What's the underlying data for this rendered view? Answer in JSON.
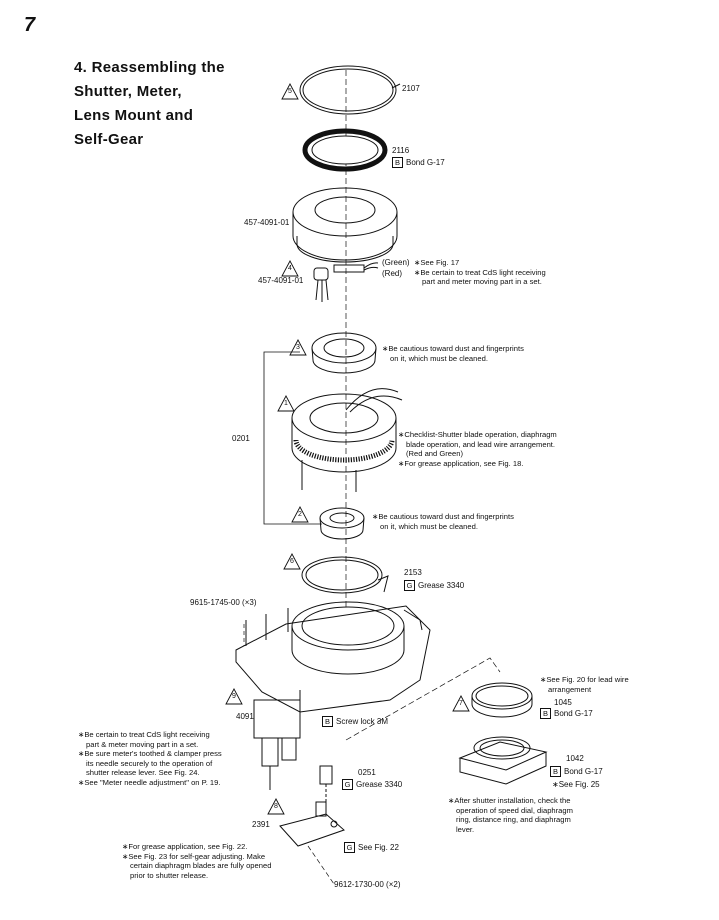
{
  "page_number": "7",
  "title_lines": [
    "4. Reassembling the",
    "Shutter, Meter,",
    "Lens Mount and",
    "Self-Gear"
  ],
  "steps": [
    "5",
    "4",
    "3",
    "1",
    "2",
    "6",
    "9",
    "7",
    "8"
  ],
  "parts": {
    "p2107": "2107",
    "p2116": "2116",
    "bond_g17": "Bond G-17",
    "b": "B",
    "g": "G",
    "p457a": "457-4091-01",
    "p457b": "457-4091-01",
    "green": "(Green)",
    "red": "(Red)",
    "p0201": "0201",
    "p2153": "2153",
    "grease3340": "Grease 3340",
    "screw_9615": "9615-1745-00 (×3)",
    "p1045": "1045",
    "p1042": "1042",
    "see_fig25": "∗See Fig. 25",
    "p4091": "4091",
    "screw_lock": "Screw lock 3M",
    "p0251": "0251",
    "p2391": "2391",
    "see_fig22": "See Fig. 22",
    "screw_9612": "9612-1730-00 (×2)"
  },
  "notes": {
    "meter": [
      "∗See Fig. 17",
      "∗Be certain to treat CdS light receiving",
      "part and meter moving part in a set."
    ],
    "dust1": [
      "∗Be cautious toward dust and fingerprints",
      "on it, which must be cleaned."
    ],
    "checklist": [
      "∗Checklist-Shutter blade operation, diaphragm",
      "blade operation, and lead wire arrangement.",
      "(Red and Green)",
      "∗For grease application, see Fig. 18."
    ],
    "dust2": [
      "∗Be cautious toward dust and fingerprints",
      "on it, which must be cleaned."
    ],
    "leadwire": [
      "∗See Fig. 20 for lead wire",
      "arrangement"
    ],
    "cds": [
      "∗Be certain to treat CdS light receiving",
      "part & meter moving part in a set.",
      "∗Be sure meter's toothed & clamper press",
      "its needle securely to the operation of",
      "shutter release lever.  See Fig. 24.",
      "∗See \"Meter needle adjustment\" on P. 19."
    ],
    "after": [
      "∗After shutter installation, check the",
      "operation of speed dial, diaphragm",
      "ring, distance ring, and diaphragm",
      "lever."
    ],
    "bottom": [
      "∗For grease application, see Fig. 22.",
      "∗See Fig. 23 for self-gear adjusting. Make",
      "certain diaphragm blades are fully opened",
      "prior to shutter release."
    ]
  }
}
